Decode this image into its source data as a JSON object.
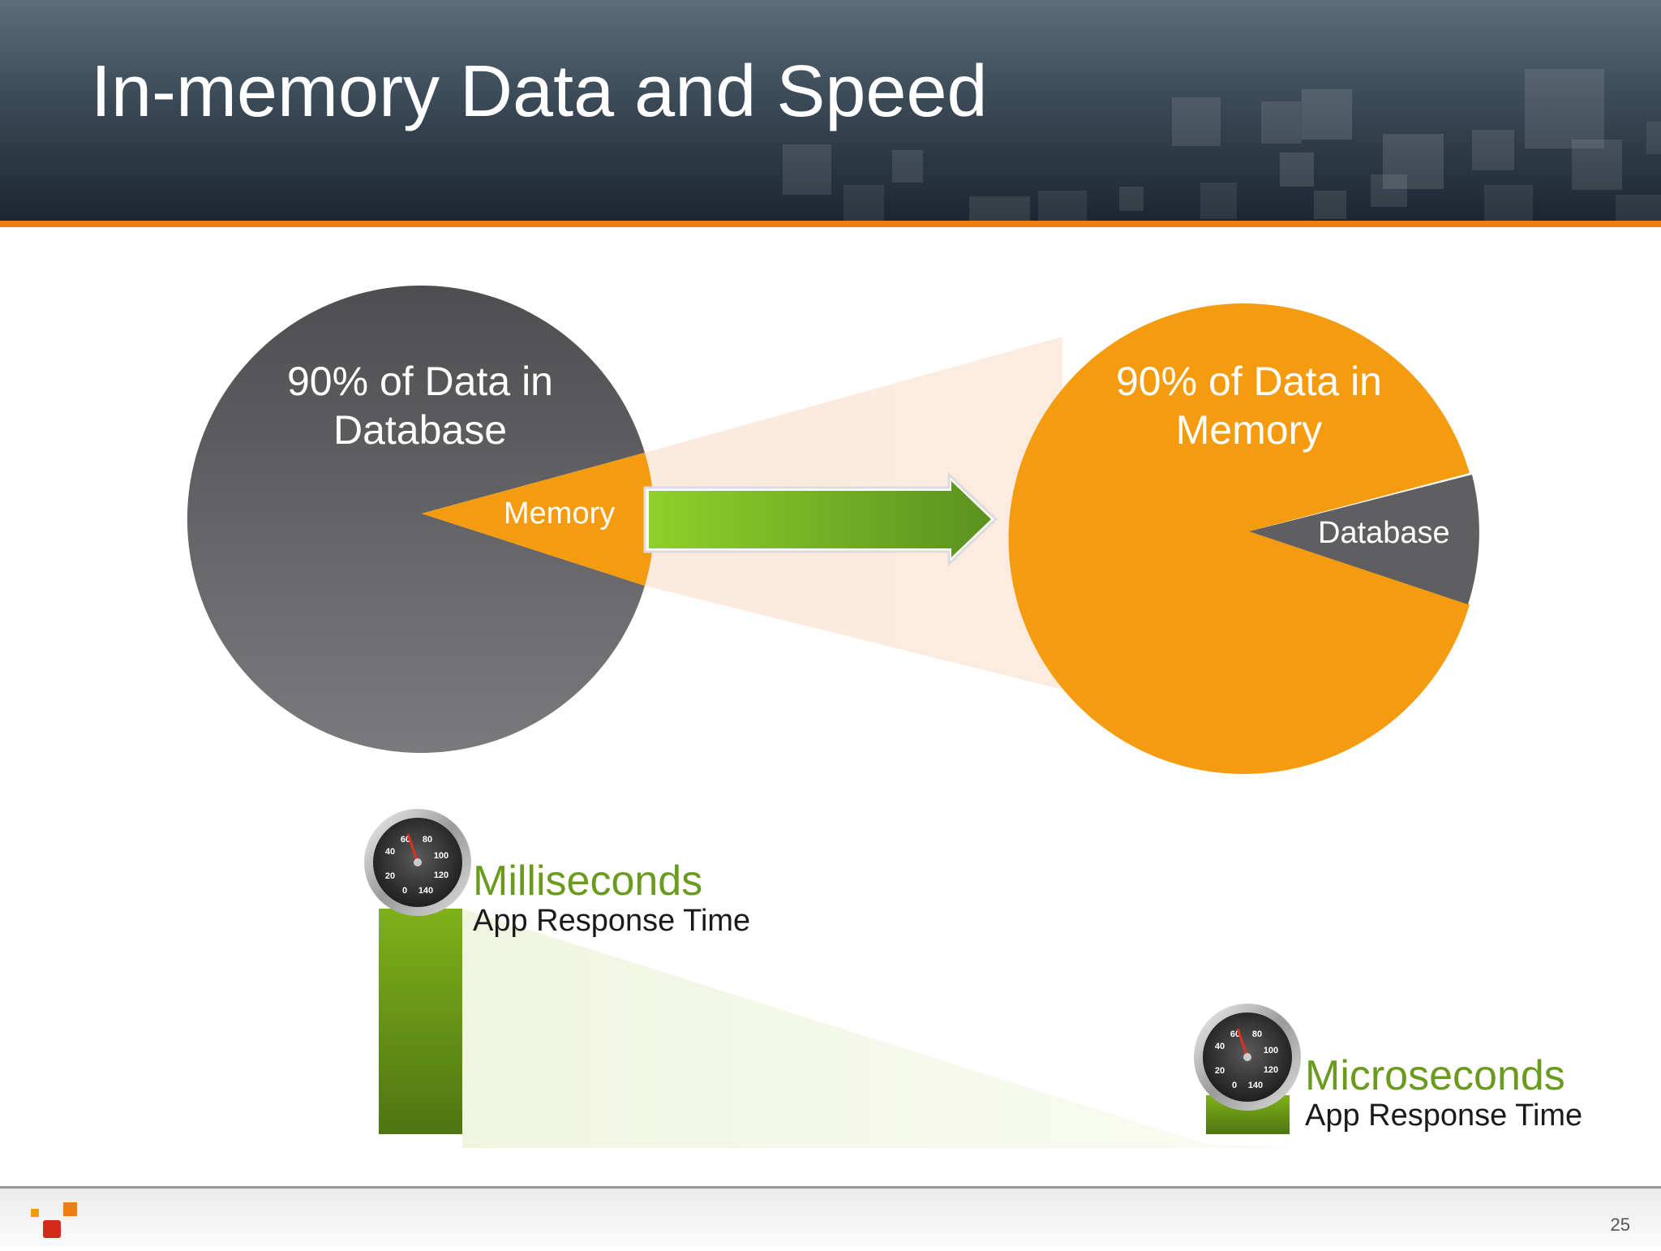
{
  "slide": {
    "title": "In-memory Data and Speed",
    "page_number": "25"
  },
  "left_pie": {
    "label": "90% of Data in Database",
    "label_line1": "90% of Data in",
    "label_line2": "Database",
    "slice_label": "Memory",
    "main_color": "#6b6b6d",
    "slice_color": "#f59b10"
  },
  "right_pie": {
    "label": "90% of Data in Memory",
    "label_line1": "90% of Data in",
    "label_line2": "Memory",
    "slice_label": "Database",
    "main_color": "#f59b10",
    "slice_color": "#5f5f61"
  },
  "speed": {
    "slow": {
      "title": "Milliseconds",
      "subtitle": "App Response Time"
    },
    "fast": {
      "title": "Microseconds",
      "subtitle": "App Response Time"
    }
  },
  "colors": {
    "accent_orange": "#f07d12",
    "green": "#6a9a1e",
    "header_dark": "#1c2630"
  },
  "icons": [
    "speedometer-icon",
    "speedometer-icon",
    "arrow-right-icon",
    "company-logo"
  ]
}
